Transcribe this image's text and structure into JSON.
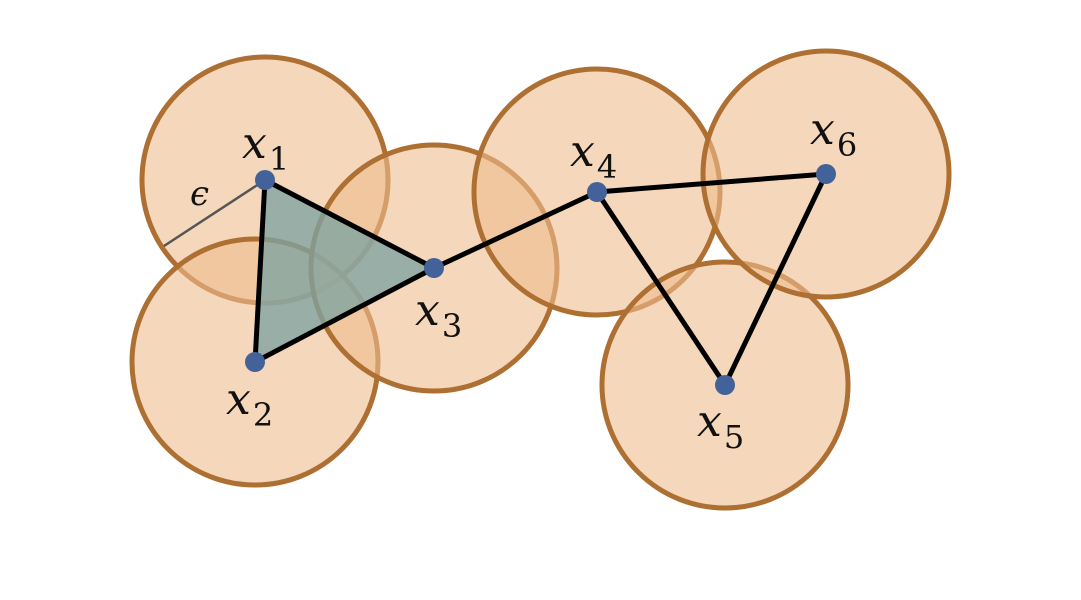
{
  "diagram": {
    "colors": {
      "background": "#ffffff",
      "ball_fill": "#eebc8e",
      "ball_stroke": "#ae6f32",
      "simplex_fill": "#7fa3a1",
      "edge": "#000000",
      "vertex": "#44629a",
      "radius_line": "#555555"
    },
    "points": [
      {
        "id": "x1",
        "base": "x",
        "sub": "1"
      },
      {
        "id": "x2",
        "base": "x",
        "sub": "2"
      },
      {
        "id": "x3",
        "base": "x",
        "sub": "3"
      },
      {
        "id": "x4",
        "base": "x",
        "sub": "4"
      },
      {
        "id": "x5",
        "base": "x",
        "sub": "5"
      },
      {
        "id": "x6",
        "base": "x",
        "sub": "6"
      }
    ],
    "edges": [
      [
        "x1",
        "x2"
      ],
      [
        "x1",
        "x3"
      ],
      [
        "x2",
        "x3"
      ],
      [
        "x3",
        "x4"
      ],
      [
        "x4",
        "x6"
      ],
      [
        "x4",
        "x5"
      ],
      [
        "x5",
        "x6"
      ]
    ],
    "filled_triangles": [
      [
        "x1",
        "x2",
        "x3"
      ]
    ],
    "radius_label": "ϵ"
  }
}
